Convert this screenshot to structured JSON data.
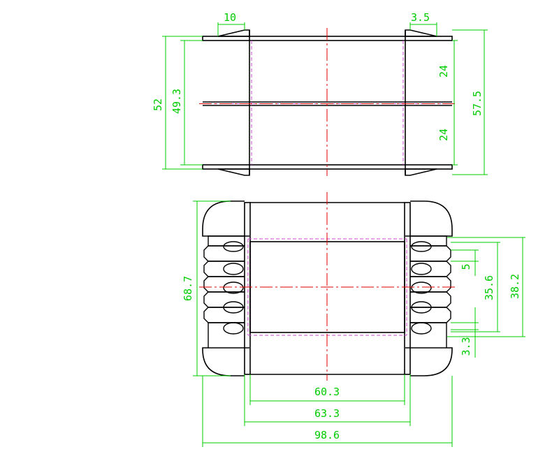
{
  "colors": {
    "outline": "#000000",
    "dimension": "#00cc00",
    "centerline": "#e00000",
    "hidden": "#cc44cc",
    "background": "#ffffff"
  },
  "dimensions": {
    "top_view": {
      "flange_width": "10",
      "flange_thickness": "3.5",
      "inner_height": "49.3",
      "total_height": "52",
      "half_upper": "24",
      "half_lower": "24",
      "overall_height": "57.5"
    },
    "bottom_view": {
      "height": "68.7",
      "pin_pitch": "5",
      "pin_span": "35.6",
      "pin_field": "38.2",
      "slot_offset": "3.3",
      "core_width_inner": "60.3",
      "core_width_outer": "63.3",
      "overall_width": "98.6"
    }
  }
}
